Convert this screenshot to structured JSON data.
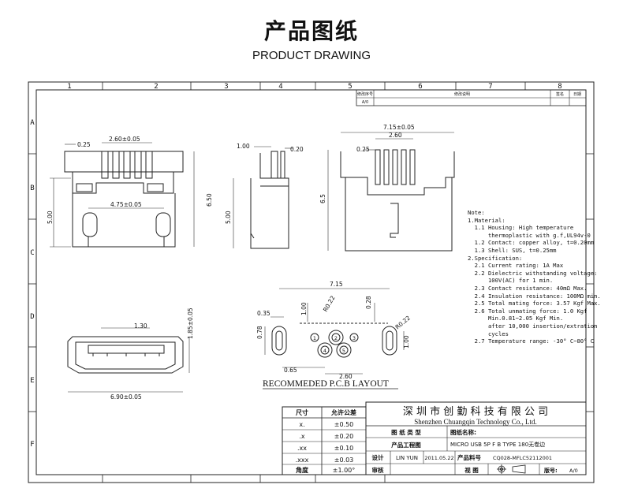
{
  "header": {
    "title_cn": "产品图纸",
    "title_en": "PRODUCT DRAWING"
  },
  "frame": {
    "col_labels": [
      "1",
      "2",
      "3",
      "4",
      "5",
      "6",
      "7",
      "8"
    ],
    "row_labels": [
      "A",
      "B",
      "C",
      "D",
      "E",
      "F"
    ]
  },
  "revision": {
    "col1": "修改序号",
    "col2": "修改说明",
    "col3": "签名",
    "col4": "日期",
    "row1": "A/0"
  },
  "dims": {
    "v1_pitch": "2.60±0.05",
    "v1_lead": "0.25",
    "v1_height": "5.00",
    "v1_peg": "4.75±0.05",
    "v1_total": "6.50",
    "v2_top": "1.00",
    "v2_lead": "0.20",
    "v2_height": "5.00",
    "v3_width": "7.15±0.05",
    "v3_pitch": "2.60",
    "v3_lead": "0.25",
    "v3_height": "6.5",
    "v4_inner": "1.30",
    "v4_height": "1.85±0.05",
    "v4_width": "6.90±0.05",
    "pcb_width": "7.15",
    "pcb_r1": "R0.22",
    "pcb_028": "0.28",
    "pcb_035": "0.35",
    "pcb_100": "1.00",
    "pcb_078": "0.78",
    "pcb_r2": "R0.22",
    "pcb_100b": "1.00",
    "pcb_065": "0.65",
    "pcb_260": "2.60",
    "pcb_pins": [
      "1",
      "2",
      "3",
      "4",
      "5"
    ]
  },
  "pcb_caption": "RECOMMEDED P.C.B LAYOUT",
  "notes": [
    "Note:",
    "1.Material:",
    "  1.1 Housing: High temperature",
    "      thermoplastic with g.f,UL94v-0",
    "  1.2 Contact: copper alloy, t=0.20mm",
    "  1.3 Shell: SUS, t=0.25mm",
    "2.Specification:",
    "  2.1 Current rating: 1A Max",
    "  2.2 Dielectric withstanding voltage:",
    "      100V(AC) for 1 min.",
    "  2.3 Contact resistance: 40mΩ Max.",
    "  2.4 Insulation resistance: 100MΩ min.",
    "  2.5 Total mating force: 3.57 Kgf Max.",
    "  2.6 Total unmating force: 1.0 Kgf",
    "      Min.0.81~2.05 Kgf Min.",
    "      after 10,000 insertion/extration",
    "      cycles",
    "  2.7 Temperature range: -30° C~80° C"
  ],
  "tolerance": {
    "h1": "尺寸",
    "h2": "允许公差",
    "rows": [
      [
        "x.",
        "±0.50"
      ],
      [
        ".x",
        "±0.20"
      ],
      [
        ".xx",
        "±0.10"
      ],
      [
        ".xxx",
        "±0.03"
      ],
      [
        "角度",
        "±1.00°"
      ]
    ]
  },
  "titleblock": {
    "company_cn": "深 圳 市 创 勤 科 技 有 限 公 司",
    "company_en": "Shenzhen Chuangqin Technology Co., Ltd.",
    "drawing_type_label": "图 纸 类 型",
    "drawing_name_label": "图纸名称:",
    "product_drawing_label": "产品工程图",
    "product_name": "MICRO USB 5P F B TYPE 180无卷边",
    "design_label": "设计",
    "designer": "LIN YUN",
    "date": "2011.05.22",
    "part_no_label": "产品料号",
    "part_no": "CQ028-MFLC52112001",
    "check_label": "审核",
    "view_label": "视    图",
    "rev_label": "版号:",
    "rev": "A/0"
  }
}
